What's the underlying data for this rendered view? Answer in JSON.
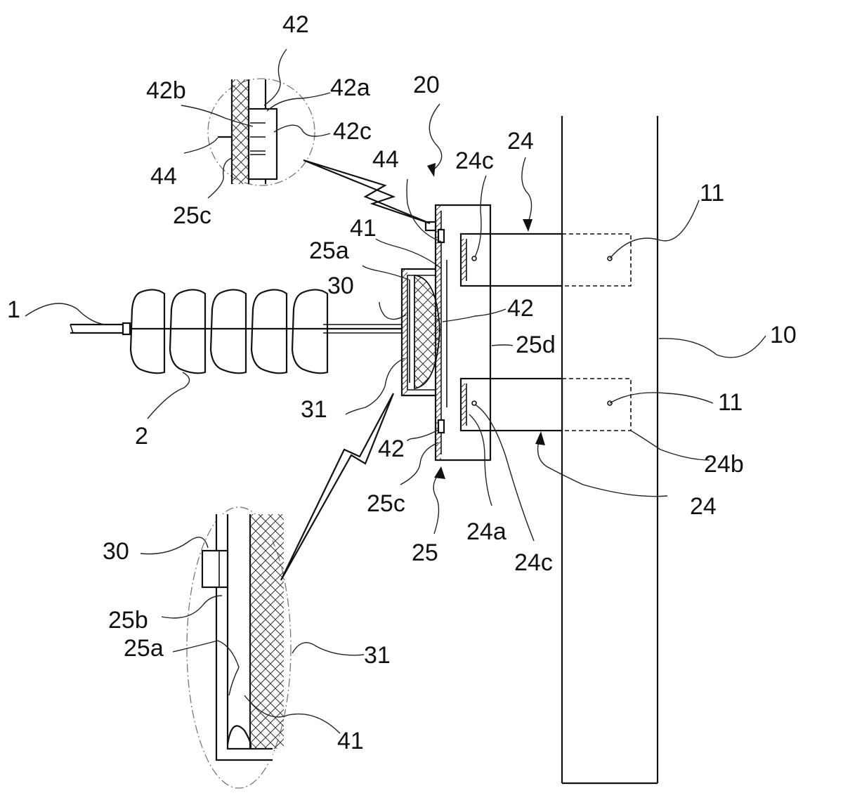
{
  "labels": {
    "l_1": "1",
    "l_2": "2",
    "l_10": "10",
    "l_11_top": "11",
    "l_11_bottom": "11",
    "l_20": "20",
    "l_24_top": "24",
    "l_24_bottom": "24",
    "l_24a": "24a",
    "l_24b": "24b",
    "l_24c_top": "24c",
    "l_24c_bottom": "24c",
    "l_25": "25",
    "l_25a": "25a",
    "l_25c": "25c",
    "l_25d": "25d",
    "l_30": "30",
    "l_31": "31",
    "l_41": "41",
    "l_42_mid": "42",
    "l_42_low": "42",
    "l_44": "44",
    "d1_42": "42",
    "d1_42a": "42a",
    "d1_42b": "42b",
    "d1_42c": "42c",
    "d1_44": "44",
    "d1_25c": "25c",
    "d2_30": "30",
    "d2_25b": "25b",
    "d2_25a": "25a",
    "d2_31": "31",
    "d2_41": "41"
  }
}
